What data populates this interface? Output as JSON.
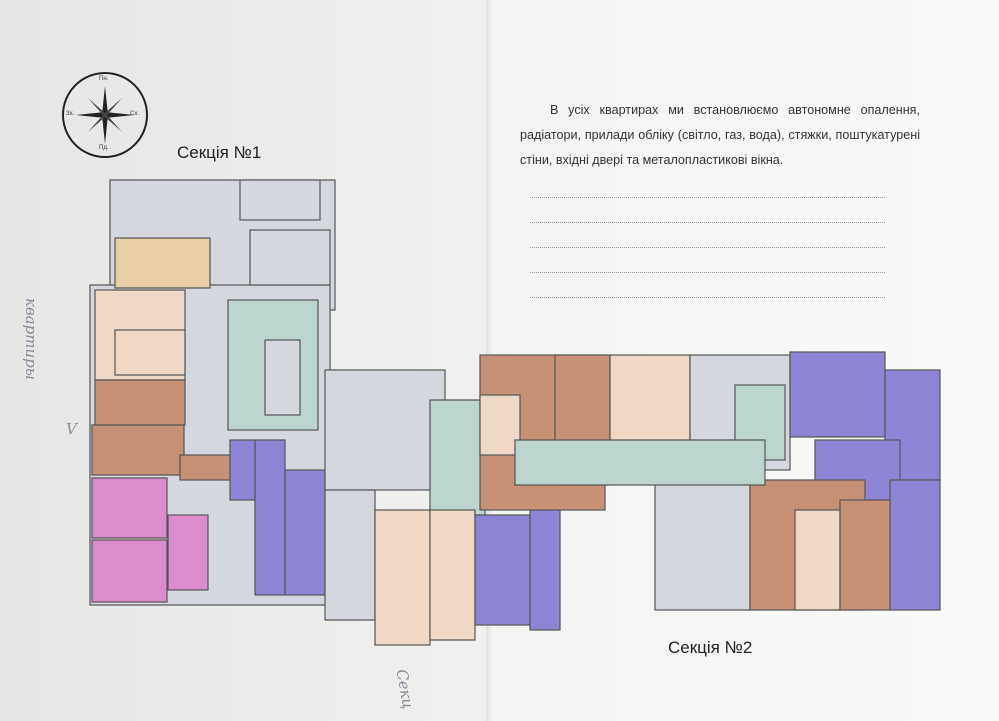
{
  "compass": {
    "north": "Пн.",
    "south": "Пд.",
    "west": "Зх.",
    "east": "Сх."
  },
  "section1_title": "Секція №1",
  "section2_title": "Секція №2",
  "intro_text": "В усіх квартирах ми встановлюємо автономне опалення, радіатори, прилади обліку (світло, газ, вода), стяжки, поштукатурені стіни, вхідні двері та металопластикові вікна.",
  "handwriting": {
    "margin_note": "квартиры",
    "mark": "V",
    "bottom_note": "Секц"
  },
  "colors": {
    "beige": "#e9cfa6",
    "peach": "#efd9c6",
    "brown": "#c79176",
    "pink": "#dc8ccc",
    "purple": "#8d84d6",
    "gray": "#d4d8de",
    "corridor": "#bcd6cf"
  }
}
